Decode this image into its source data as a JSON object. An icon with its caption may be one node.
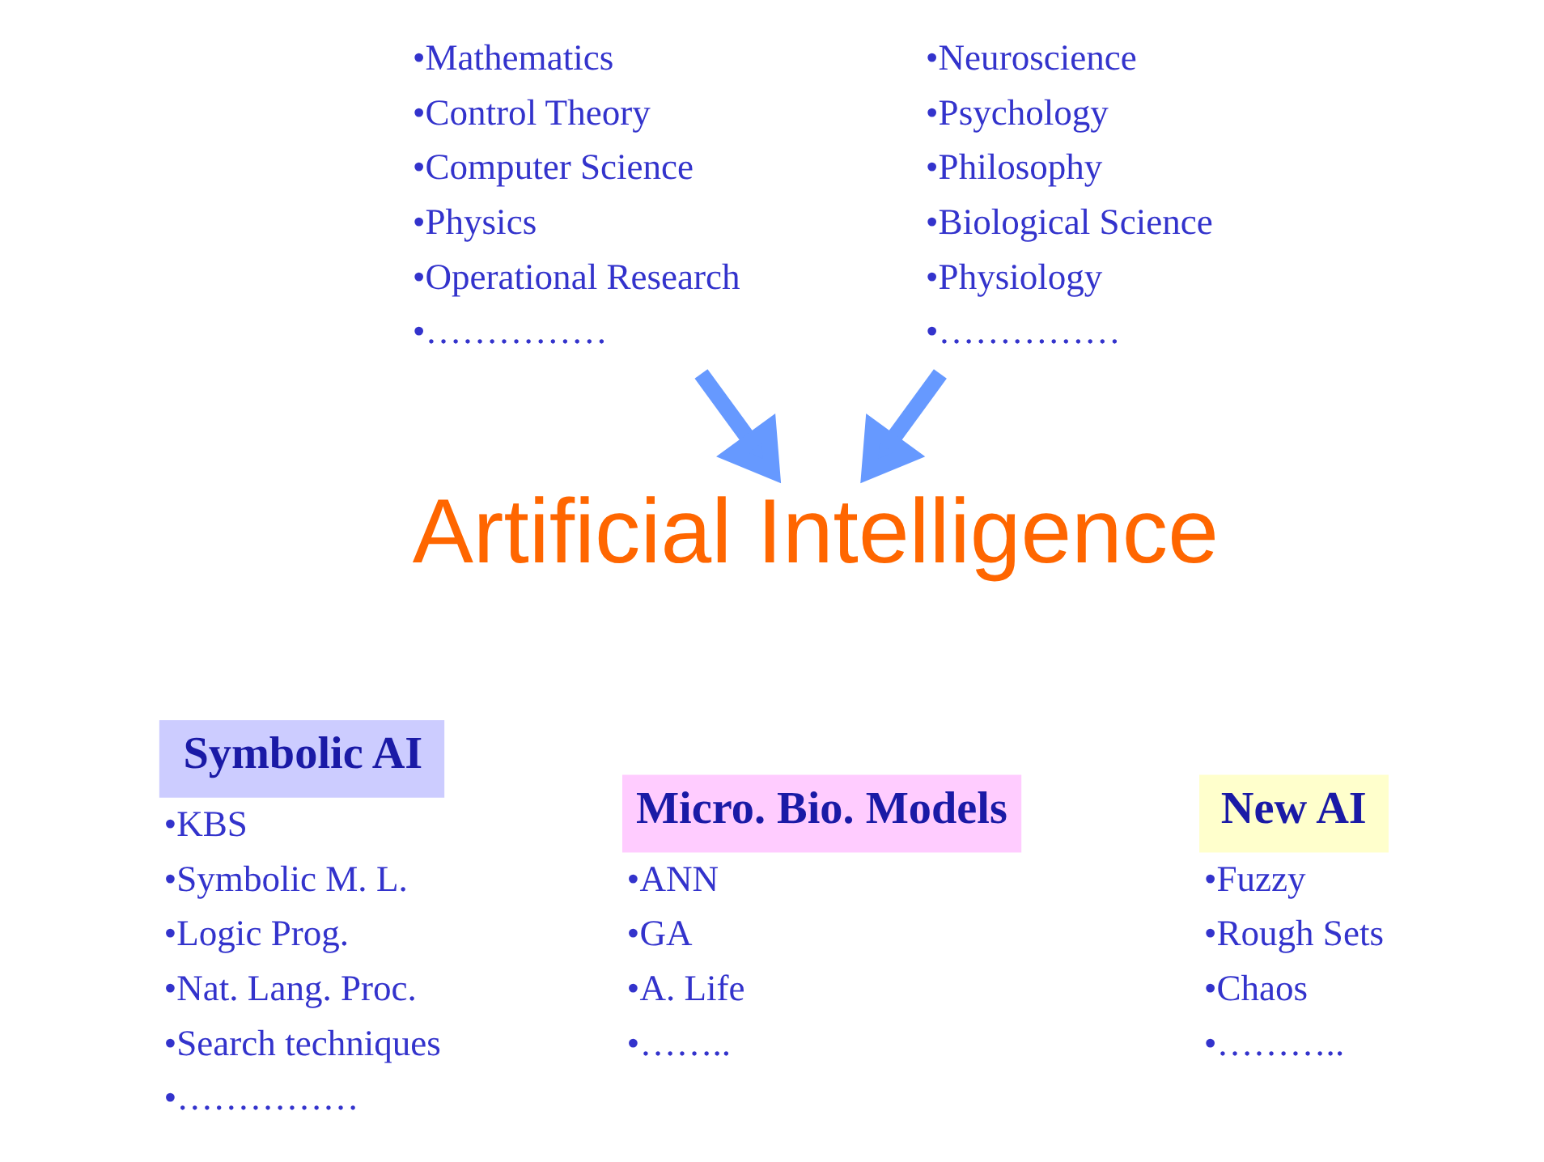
{
  "diagram": {
    "nodes": [
      {
        "text": [
          "•Mathematics",
          "•Control Theory",
          "•Computer Science",
          "•Physics",
          "•Operational Research",
          "•……………"
        ]
      },
      {
        "text": [
          "•Neuroscience",
          "•Psychology",
          "•Philosophy",
          "•Biological Science",
          "•Physiology",
          "•……………"
        ]
      },
      {
        "text": [
          "Artificial Intelligence"
        ]
      },
      {
        "text": [
          "Symbolic AI"
        ],
        "beside": [
          "•KBS",
          "•Symbolic M. L.",
          "•Logic Prog.",
          "•Nat. Lang. Proc.",
          "•Search techniques",
          "•……………"
        ]
      },
      {
        "text": [
          "Micro. Bio. Models"
        ],
        "beside": [
          "•ANN",
          "•GA",
          "•A. Life",
          "•…….."
        ]
      },
      {
        "text": [
          "New AI"
        ],
        "beside": [
          "•Fuzzy",
          "•Rough Sets",
          "•Chaos",
          "•……….."
        ]
      }
    ],
    "edges": [
      {
        "from": 0,
        "to": 2,
        "arrow": "to"
      },
      {
        "from": 1,
        "to": 2,
        "arrow": "to"
      }
    ]
  }
}
